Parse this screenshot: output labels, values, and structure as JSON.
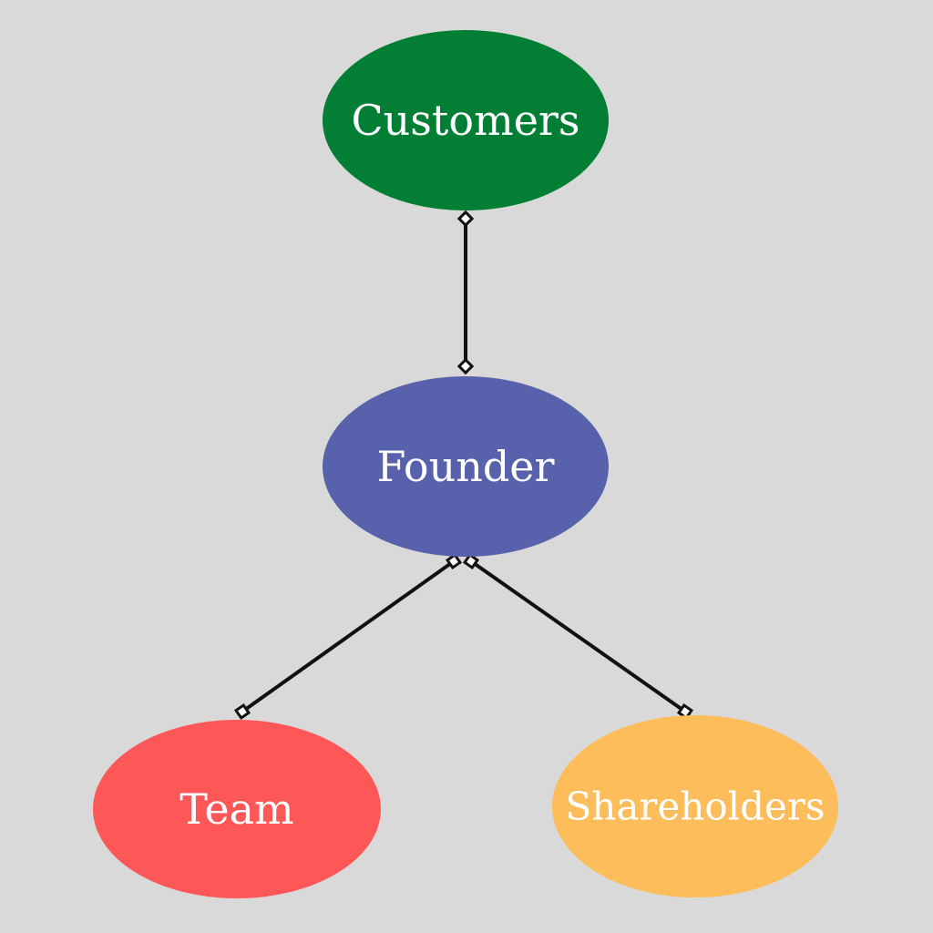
{
  "background_color": "#d9d9d9",
  "nodes": {
    "customers": {
      "label": "Customers",
      "color": "#027f35"
    },
    "founder": {
      "label": "Founder",
      "color": "#5861ab"
    },
    "team": {
      "label": "Team",
      "color": "#fe5757"
    },
    "shareholders": {
      "label": "Shareholders",
      "color": "#fcbd5a"
    }
  },
  "edges": [
    {
      "from": "founder",
      "to": "customers"
    },
    {
      "from": "founder",
      "to": "team"
    },
    {
      "from": "founder",
      "to": "shareholders"
    }
  ]
}
